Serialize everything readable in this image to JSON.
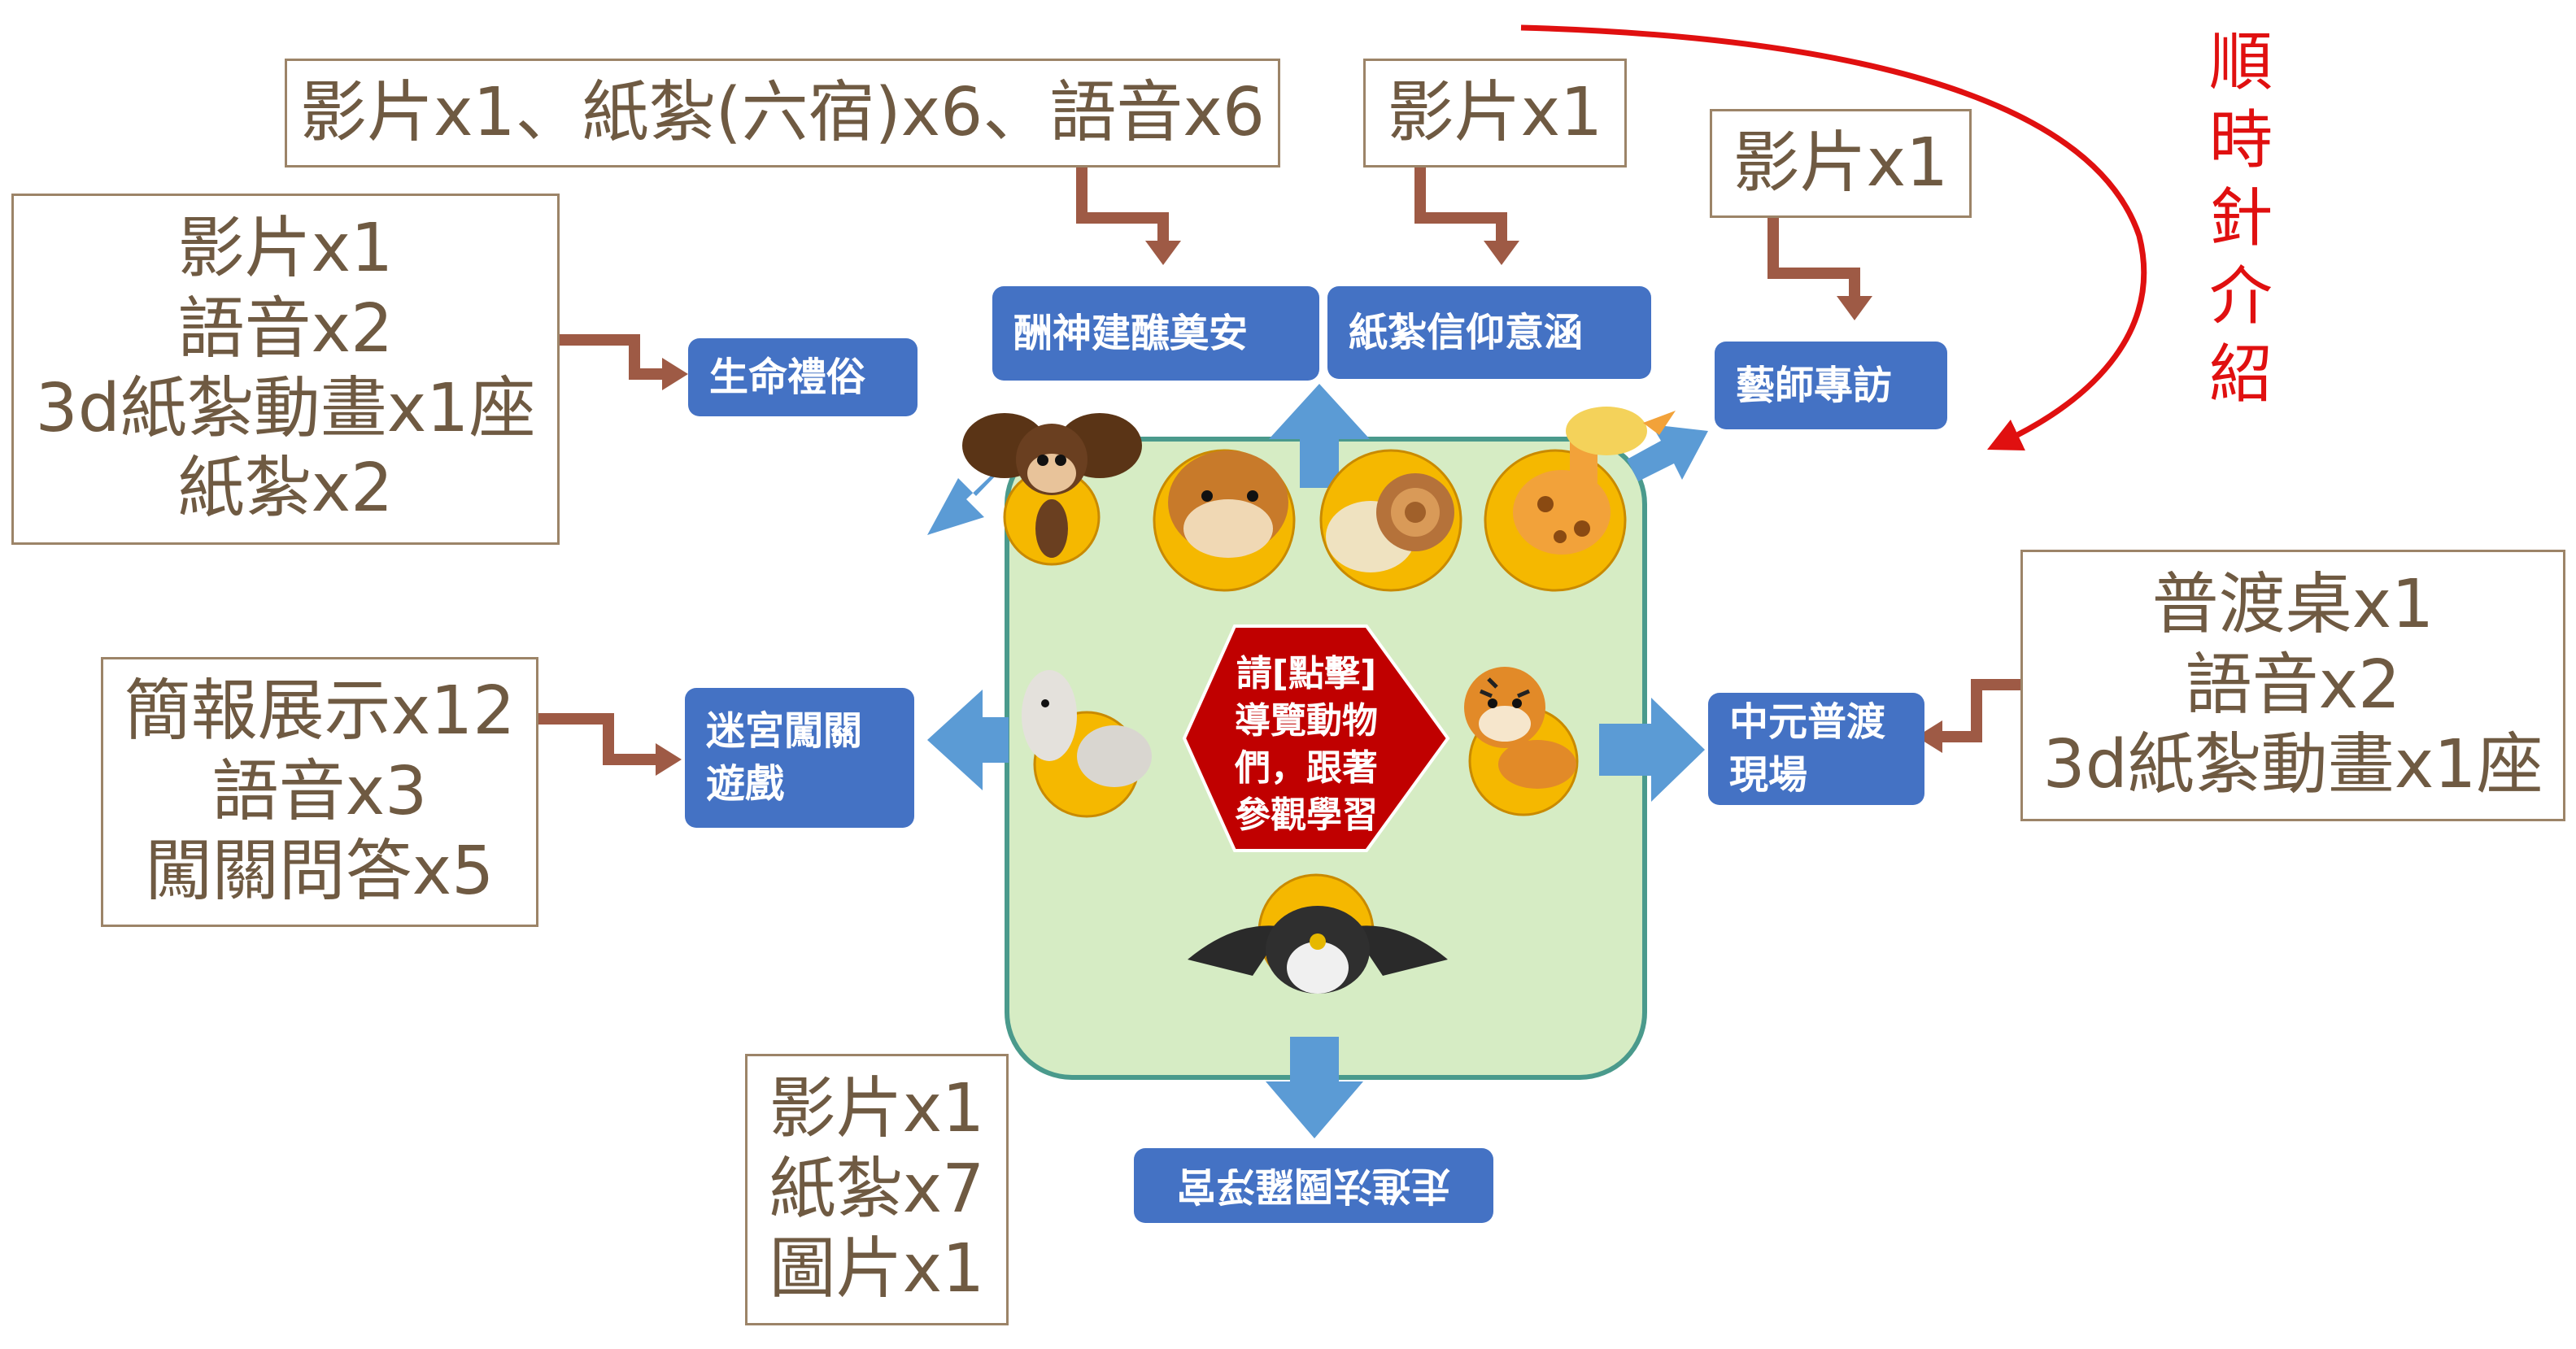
{
  "center": {
    "hex_lines": [
      "請[點擊]",
      "導覽動物",
      "們，跟著",
      "參觀學習"
    ]
  },
  "stations": {
    "life_rites": {
      "lines": [
        "生命禮俗"
      ]
    },
    "worship_ceremony": {
      "lines": [
        "酬神建醮奠安"
      ]
    },
    "paper_craft_meaning": {
      "lines": [
        "紙紮信仰意涵"
      ]
    },
    "artisan_interview": {
      "lines": [
        "藝師專訪"
      ]
    },
    "maze_game": {
      "lines": [
        "迷宮闖關",
        "遊戲"
      ]
    },
    "pudu_scene": {
      "lines": [
        "中元普渡",
        "現場"
      ]
    },
    "exit": {
      "lines": [
        "走進法國羅浮宮"
      ]
    }
  },
  "media_notes": {
    "worship_ceremony": [
      "影片x1、紙紮(六宿)x6、語音x6"
    ],
    "paper_craft_meaning": [
      "影片x1"
    ],
    "artisan_interview": [
      "影片x1"
    ],
    "life_rites": [
      "影片x1",
      "語音x2",
      "3d紙紮動畫x1座",
      "紙紮x2"
    ],
    "maze_game": [
      "簡報展示x12",
      "語音x3",
      "闖關問答x5"
    ],
    "pudu_scene": [
      "普渡桌x1",
      "語音x2",
      "3d紙紮動畫x1座"
    ],
    "exit": [
      "影片x1",
      "紙紮x7",
      "圖片x1"
    ]
  },
  "clockwise_note": [
    "順",
    "時",
    "針",
    "介",
    "紹"
  ],
  "animals": [
    "monkey-icon",
    "hamster-icon",
    "snail-icon",
    "giraffe-icon",
    "alpaca-icon",
    "tiger-icon",
    "penguin-icon"
  ],
  "colors": {
    "panel_fill": "#d6ecc4",
    "panel_border": "#4a9a8c",
    "arrow_blue": "#5b9bd5",
    "button_blue": "#4472c4",
    "hexagon_red": "#c00000",
    "coin_gold": "#f5b800",
    "note_border": "#9c8468",
    "connector_brown": "#9e5a45",
    "clockwise_red": "#e01010"
  }
}
